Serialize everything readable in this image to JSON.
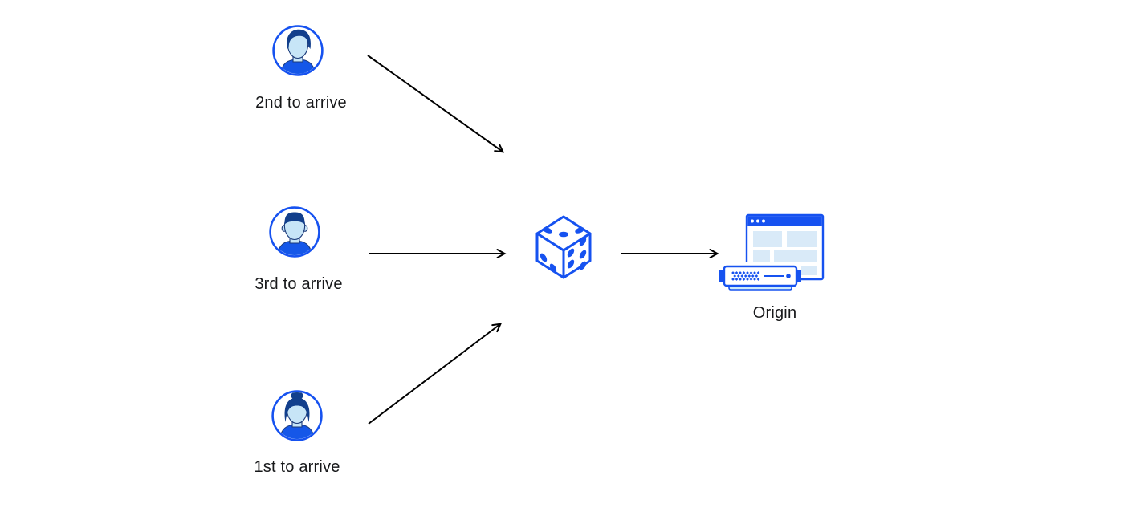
{
  "colors": {
    "background": "#ffffff",
    "text": "#17181a",
    "arrow": "#000000",
    "blue": "#1652f0",
    "light_blue": "#d9eaf8",
    "pale_blue": "#cdeafa",
    "face_blue": "#c7e5f7",
    "hair_navy": "#123f8c",
    "shirt_blue": "#1557e8",
    "outline_navy": "#1b3a7a"
  },
  "clients": [
    {
      "label": "2nd to arrive",
      "icon": "user-avatar-man-swept-hair-icon"
    },
    {
      "label": "3rd to arrive",
      "icon": "user-avatar-man-short-hair-icon"
    },
    {
      "label": "1st to arrive",
      "icon": "user-avatar-woman-bun-hair-icon"
    }
  ],
  "balancer": {
    "icon": "dice-icon",
    "pips": {
      "top_face": 3,
      "left_face": 2,
      "right_face": 5
    }
  },
  "origin": {
    "label": "Origin",
    "icons": [
      "browser-window-icon",
      "server-icon"
    ]
  }
}
